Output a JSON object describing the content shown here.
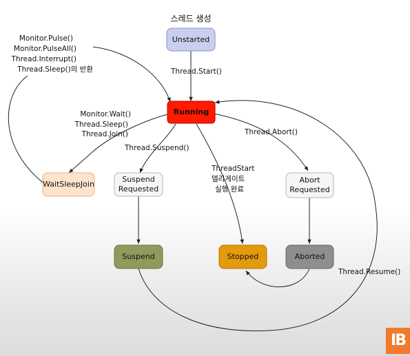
{
  "title": "스레드 생성",
  "nodes": {
    "unstarted": {
      "label": "Unstarted",
      "fill": "#c9cfee",
      "stroke": "#8a93c7"
    },
    "running": {
      "label": "Running",
      "fill": "#ff1a00",
      "stroke": "#b30000",
      "text_color": "#ffffff"
    },
    "waitsleepjoin": {
      "label": "WaitSleepJoin",
      "fill": "#fde3cc",
      "stroke": "#e3b28c"
    },
    "suspend_requested": {
      "lines": [
        "Suspend",
        "Requested"
      ],
      "fill": "#f6f6f6",
      "stroke": "#b5b5b5"
    },
    "abort_requested": {
      "lines": [
        "Abort",
        "Requested"
      ],
      "fill": "#f6f6f6",
      "stroke": "#b5b5b5"
    },
    "suspend": {
      "label": "Suspend",
      "fill": "#8f9a5b",
      "stroke": "#6c7540"
    },
    "stopped": {
      "label": "Stopped",
      "fill": "#e39a0c",
      "stroke": "#b27300"
    },
    "aborted": {
      "label": "Aborted",
      "fill": "#8e8e8e",
      "stroke": "#666666"
    }
  },
  "labels": {
    "monitor_block": [
      "Monitor.Pulse()",
      "Monitor.PulseAll()",
      "Thread.Interrupt()",
      "Thread.Sleep()의 반환"
    ],
    "thread_start": "Thread.Start()",
    "wait_block": [
      "Monitor.Wait()",
      "Thread.Sleep()",
      "Thread.Join()"
    ],
    "thread_suspend": "Thread.Suspend()",
    "thread_abort": "Thread.Abort()",
    "threadstart_block": [
      "ThreadStart",
      "델리게이트",
      "실행 완료"
    ],
    "thread_resume": "Thread.Resume()"
  },
  "logo_text": "IB"
}
